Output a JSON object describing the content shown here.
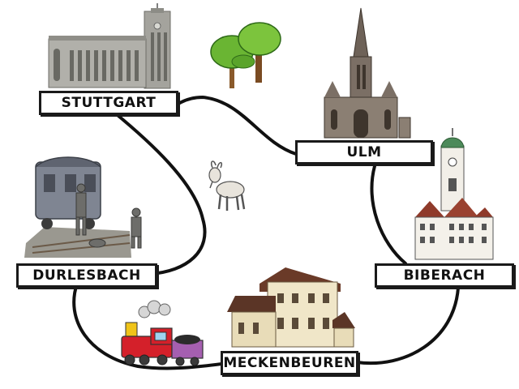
{
  "stations": {
    "stuttgart": "STUTTGART",
    "ulm": "ULM",
    "durlesbach": "DURLESBACH",
    "biberach": "BIBERACH",
    "meckenbeuren": "MECKENBEUREN"
  },
  "colors": {
    "route": "#111111",
    "label_border": "#1a1a1a",
    "stone": "#a9a9a3",
    "roof_red": "#8f3a2a",
    "tree_green": "#6ab533",
    "train_red": "#d4202a",
    "wagon_purple": "#a55fb0"
  },
  "icons": [
    "stuttgart-station-tower-icon",
    "ulm-minster-icon",
    "trees-icon",
    "goat-icon",
    "biberach-church-town-icon",
    "durlesbach-wagon-statue-icon",
    "meckenbeuren-station-icon",
    "toy-train-icon"
  ]
}
